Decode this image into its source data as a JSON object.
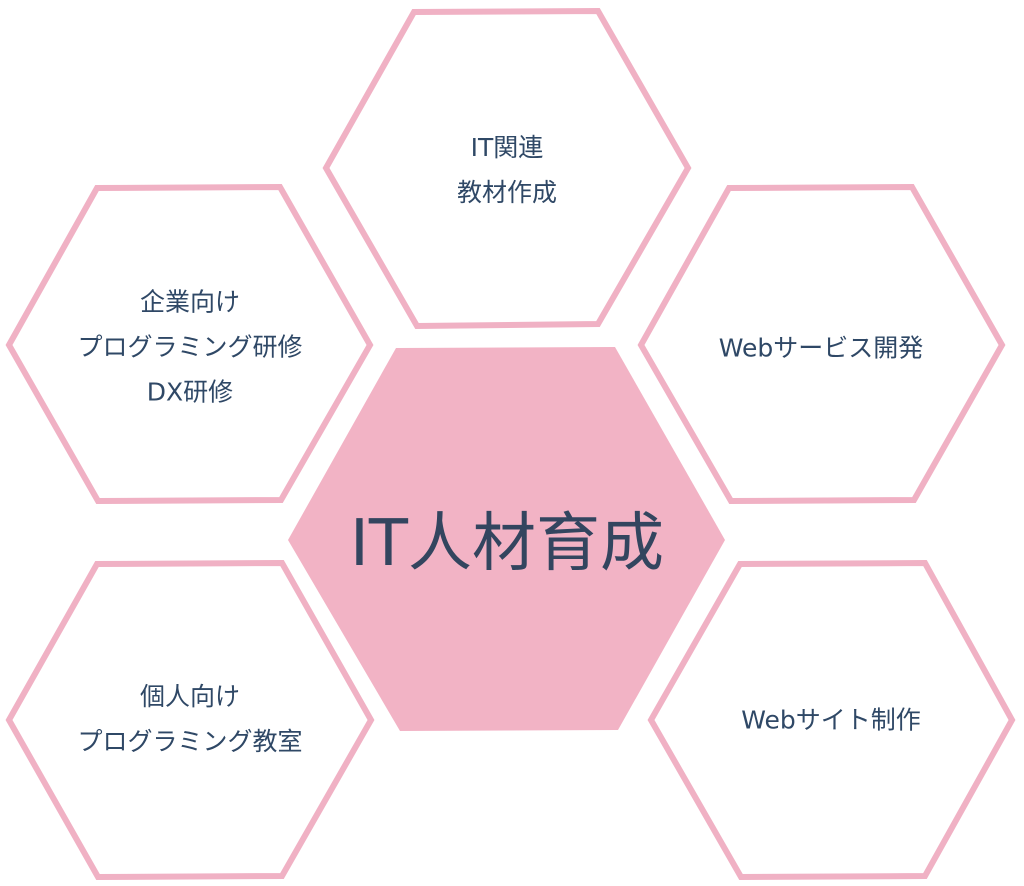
{
  "colors": {
    "fill": "#f2b3c5",
    "stroke": "#f0b1c4",
    "text": "#2f4866"
  },
  "center": {
    "label": "IT人材育成"
  },
  "items": [
    {
      "lines": [
        "IT関連",
        "教材作成"
      ]
    },
    {
      "lines": [
        "企業向け",
        "プログラミング研修",
        "DX研修"
      ]
    },
    {
      "lines": [
        "Webサービス開発"
      ]
    },
    {
      "lines": [
        "個人向け",
        "プログラミング教室"
      ]
    },
    {
      "lines": [
        "Webサイト制作"
      ]
    }
  ]
}
